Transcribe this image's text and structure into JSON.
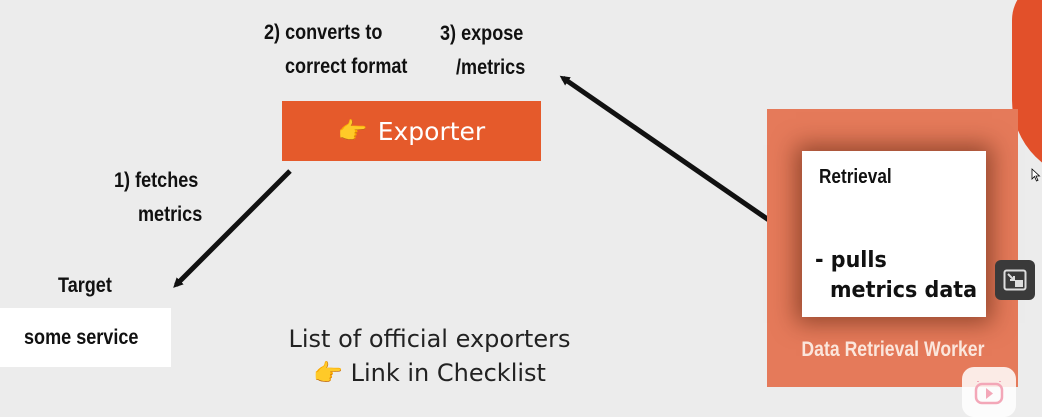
{
  "steps": {
    "convert": [
      "2) converts to",
      "correct format"
    ],
    "expose": [
      "3) expose",
      "/metrics"
    ],
    "fetch": [
      "1) fetches",
      "metrics"
    ]
  },
  "exporter": {
    "hand_icon": "👉",
    "label": "Exporter"
  },
  "target": {
    "label": "Target",
    "service": "some service"
  },
  "exporters_list": {
    "title": "List of official exporters",
    "hand_icon": "👉",
    "link": "Link in Checklist"
  },
  "worker": {
    "card_title": "Retrieval",
    "card_line1": "- pulls",
    "card_line2": "metrics data",
    "label": "Data Retrieval Worker"
  },
  "colors": {
    "accent": "#e55a2b",
    "worker": "#e57a5a",
    "background": "#ececec"
  },
  "icons": {
    "pip": "picture-in-picture-icon",
    "play": "play-icon",
    "cursor": "mouse-cursor-icon"
  }
}
